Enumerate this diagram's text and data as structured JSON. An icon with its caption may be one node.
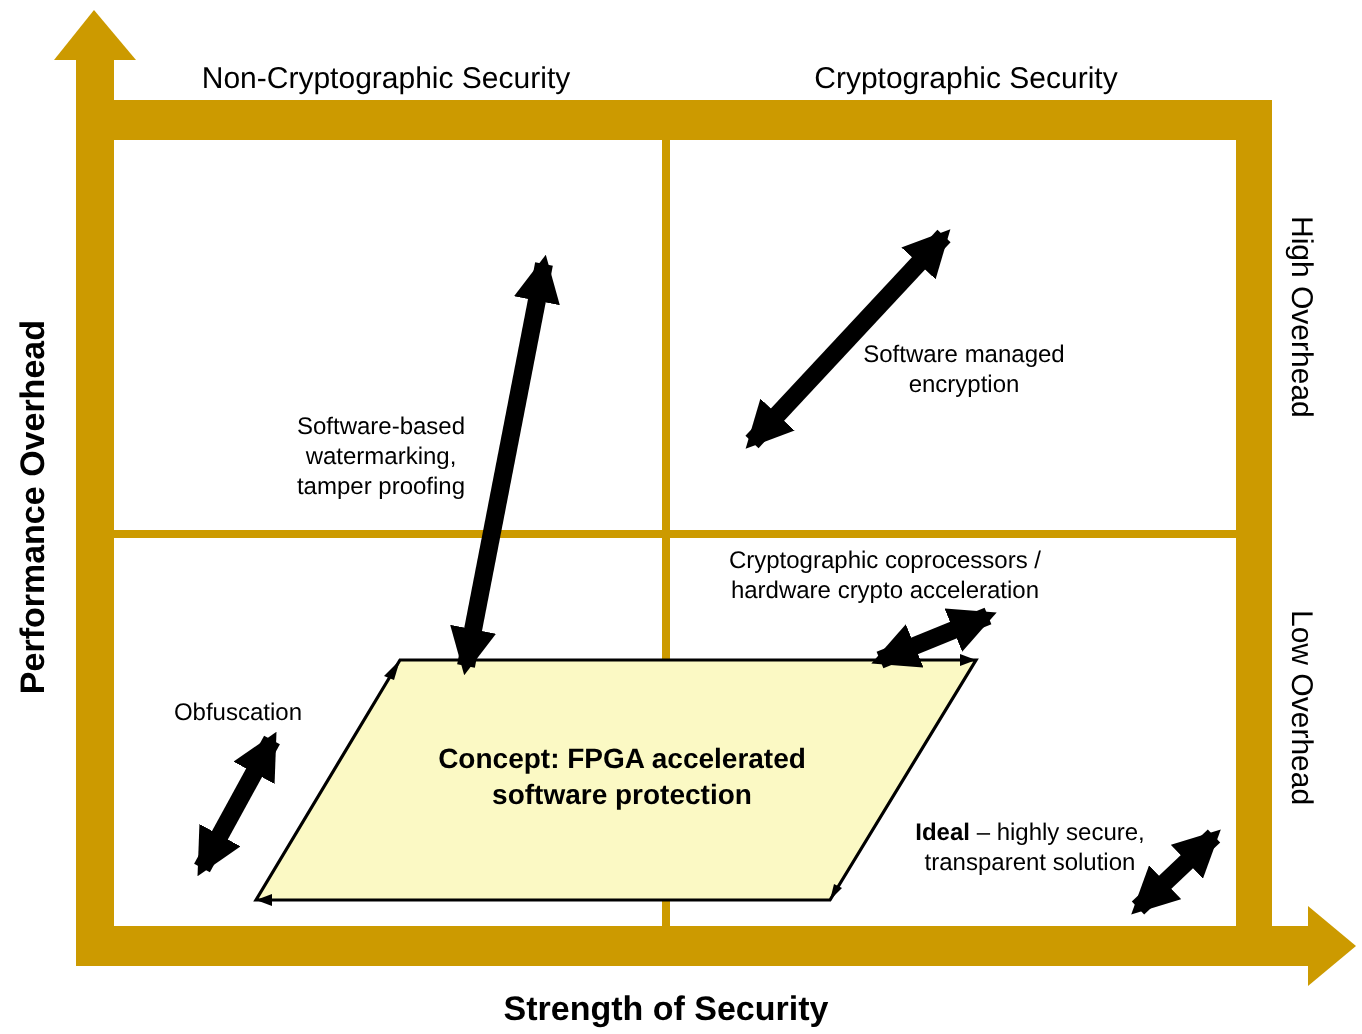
{
  "diagram": {
    "nodes": [
      {
        "text": [
          "Concept: FPGA accelerated software protection"
        ]
      },
      {
        "text": [
          "Cryptographic coprocessors / hardware crypto acceleration"
        ]
      }
    ],
    "edges": [
      {
        "from": null,
        "to": 0,
        "arrow": "both"
      },
      {
        "from": 0,
        "to": 1,
        "arrow": "both"
      }
    ],
    "labels": [
      "Non-Cryptographic Security",
      "Cryptographic Security",
      "High Overhead",
      "Performance Overhead",
      "Software managed encryption",
      "Software-based watermarking, tamper proofing",
      "Low Overhead",
      "Obfuscation",
      "**Ideal** – highly secure, transparent solution",
      "Strength of Security"
    ]
  }
}
